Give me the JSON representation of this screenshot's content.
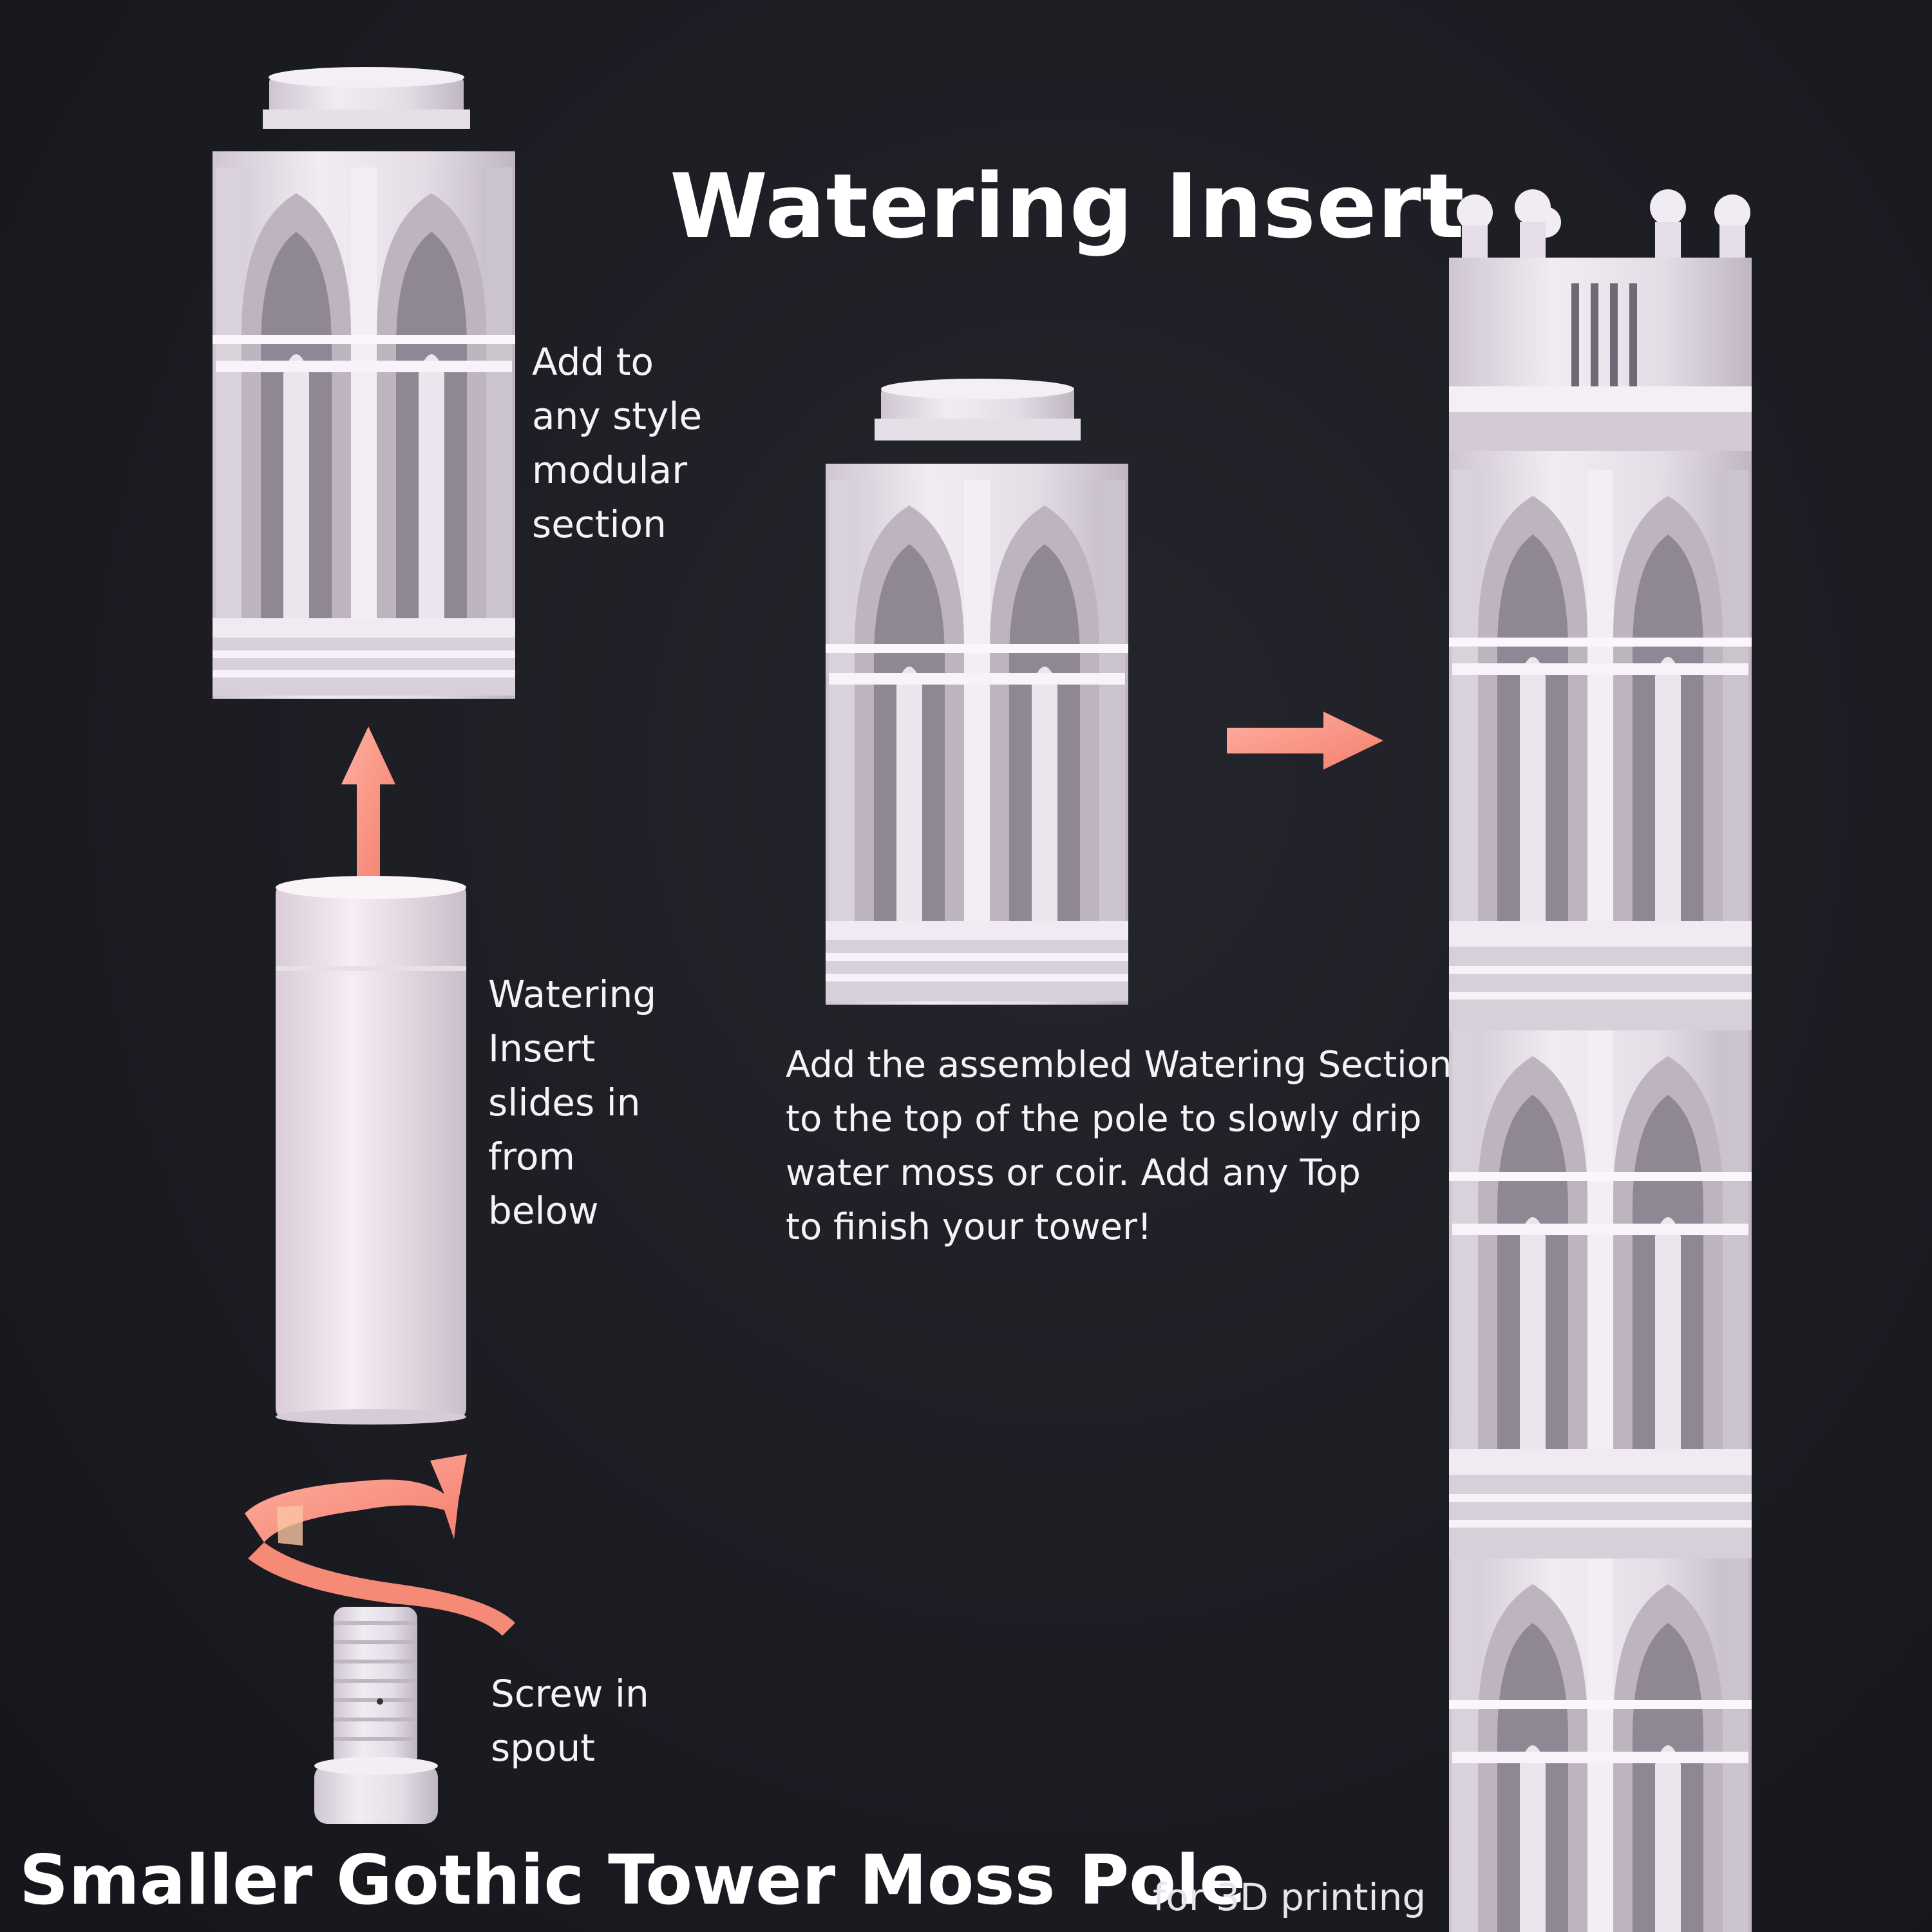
{
  "header": {
    "title": "Watering Insert"
  },
  "captions": {
    "add_section": [
      "Add to",
      "any style",
      "modular",
      "section"
    ],
    "insert_slides": [
      "Watering",
      "Insert",
      "slides in",
      "from",
      "below"
    ],
    "screw_spout": [
      "Screw in",
      "spout"
    ],
    "assembled": [
      "Add the assembled Watering Section",
      "to the top of the pole to slowly drip",
      "water moss or coir. Add any Top",
      "to finish your tower!"
    ]
  },
  "footer": {
    "title": "Smaller Gothic Tower Moss Pole",
    "subtitle": "for 3D printing"
  },
  "icons": {
    "up_arrow": "up-arrow-icon",
    "right_arrow": "right-arrow-icon",
    "twist_arrow": "twist-arrow-icon"
  },
  "colors": {
    "background": "#1c1c23",
    "model": "#e9e3ea",
    "model_shadow": "#c9c0cb",
    "accent_arrow": "#f7907e",
    "text": "#ffffff"
  }
}
